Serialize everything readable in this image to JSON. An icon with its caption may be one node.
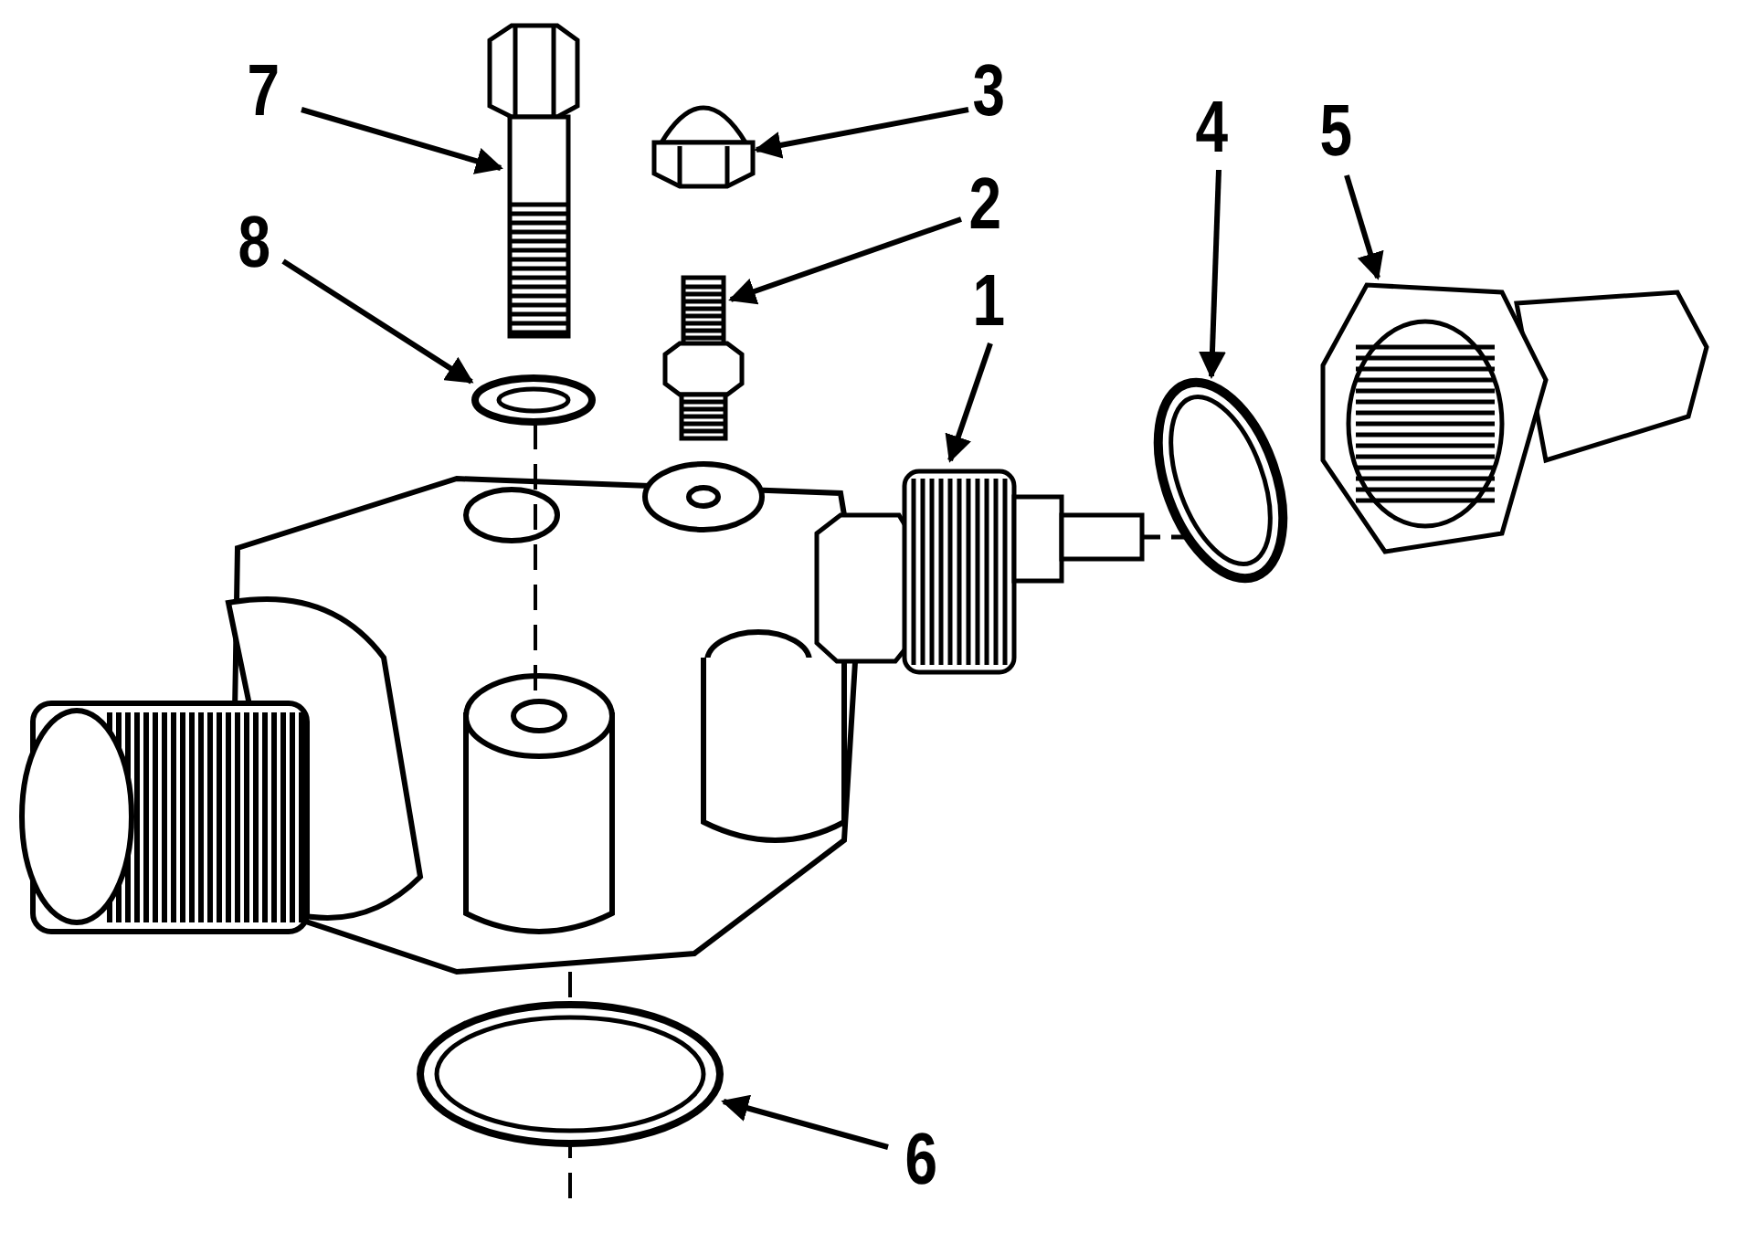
{
  "diagram": {
    "nodes": [
      {
        "text": [
          "7"
        ]
      },
      {
        "text": [
          "3"
        ]
      },
      {
        "text": [
          "4"
        ]
      },
      {
        "text": [
          "5"
        ]
      },
      {
        "text": [
          "2"
        ]
      },
      {
        "text": [
          "8"
        ]
      },
      {
        "text": [
          "1"
        ]
      },
      {
        "text": [
          "6"
        ]
      },
      {
        "text": [],
        "shape": "picture"
      },
      {
        "text": [],
        "shape": "picture"
      },
      {
        "text": [],
        "shape": "picture"
      },
      {
        "text": [],
        "shape": "picture"
      },
      {
        "text": [],
        "shape": "picture"
      },
      {
        "text": [],
        "shape": "picture"
      },
      {
        "text": [],
        "shape": "picture"
      },
      {
        "text": [],
        "shape": "picture"
      }
    ],
    "edges": [
      {
        "from": 0,
        "to": 8,
        "arrow": "to"
      },
      {
        "from": 1,
        "to": 11,
        "arrow": "to"
      },
      {
        "from": 2,
        "to": 14,
        "arrow": "to"
      },
      {
        "from": 3,
        "to": 15,
        "arrow": "to"
      },
      {
        "from": 4,
        "to": 12,
        "arrow": "to"
      },
      {
        "from": 5,
        "to": 9,
        "arrow": "to"
      },
      {
        "from": 6,
        "to": 13,
        "arrow": "to"
      },
      {
        "from": 7,
        "to": 10,
        "arrow": "to"
      }
    ]
  }
}
